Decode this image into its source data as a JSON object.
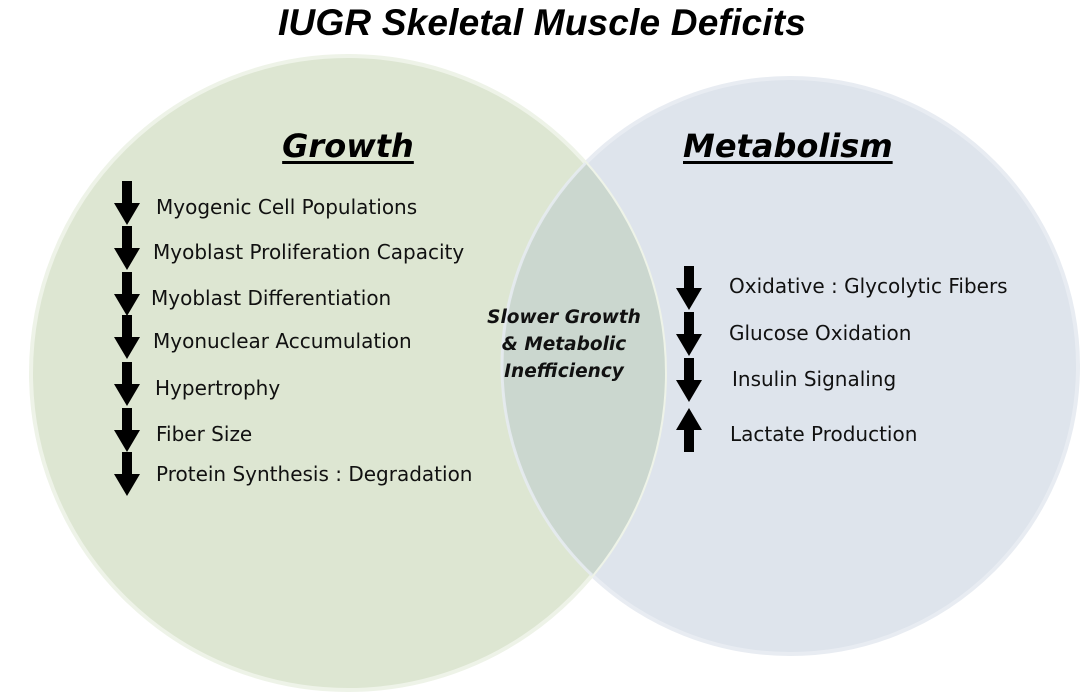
{
  "title": "IUGR Skeletal Muscle Deficits",
  "colors": {
    "growth_fill": "#dde6d2",
    "metabolism_fill": "#dee4ec",
    "overlap_fill": "#cbd7cf",
    "arrow": "#000000"
  },
  "growth": {
    "heading": "Growth",
    "items": [
      {
        "label": "Myogenic Cell Populations",
        "direction": "down"
      },
      {
        "label": "Myoblast Proliferation Capacity",
        "direction": "down"
      },
      {
        "label": "Myoblast Differentiation",
        "direction": "down"
      },
      {
        "label": "Myonuclear Accumulation",
        "direction": "down"
      },
      {
        "label": "Hypertrophy",
        "direction": "down"
      },
      {
        "label": "Fiber Size",
        "direction": "down"
      },
      {
        "label": "Protein Synthesis : Degradation",
        "direction": "down"
      }
    ]
  },
  "metabolism": {
    "heading": "Metabolism",
    "items": [
      {
        "label": "Oxidative : Glycolytic Fibers",
        "direction": "down"
      },
      {
        "label": "Glucose Oxidation",
        "direction": "down"
      },
      {
        "label": "Insulin Signaling",
        "direction": "down"
      },
      {
        "label": "Lactate Production",
        "direction": "up"
      }
    ]
  },
  "overlap": {
    "lines": [
      "Slower Growth",
      "& Metabolic",
      "Inefficiency"
    ]
  }
}
